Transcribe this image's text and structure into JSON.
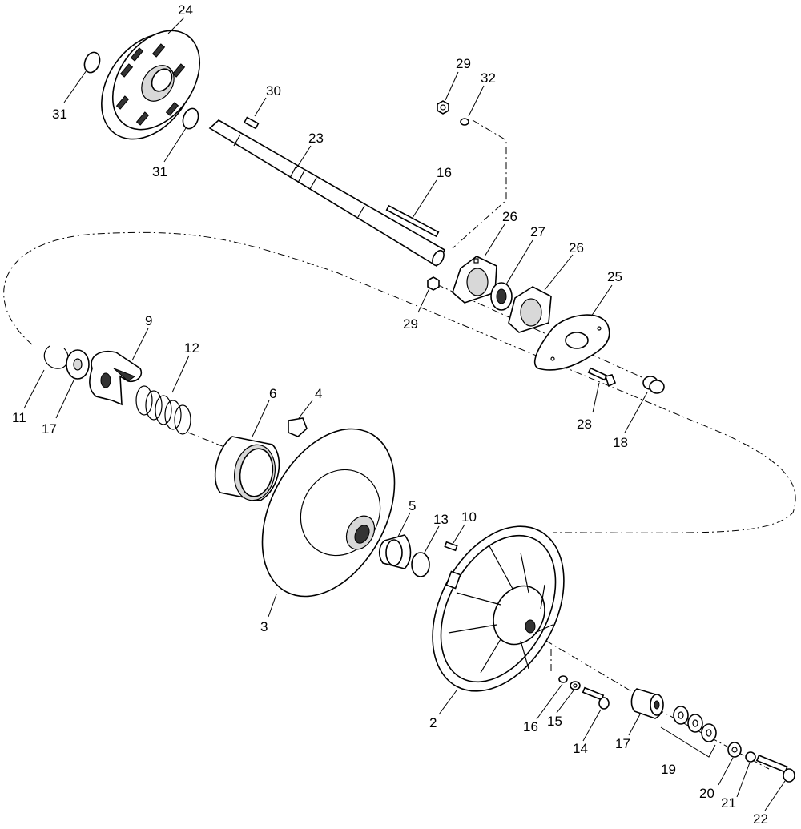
{
  "callouts": {
    "c24": "24",
    "c31a": "31",
    "c31b": "31",
    "c30": "30",
    "c23": "23",
    "c29a": "29",
    "c32": "32",
    "c16a": "16",
    "c26a": "26",
    "c27": "27",
    "c26b": "26",
    "c25": "25",
    "c29b": "29",
    "c9": "9",
    "c12": "12",
    "c11": "11",
    "c17a": "17",
    "c6": "6",
    "c4": "4",
    "c28": "28",
    "c18": "18",
    "c5": "5",
    "c13": "13",
    "c10": "10",
    "c3": "3",
    "c2": "2",
    "c16b": "16",
    "c15": "15",
    "c14": "14",
    "c17b": "17",
    "c19": "19",
    "c20": "20",
    "c21": "21",
    "c22": "22"
  }
}
